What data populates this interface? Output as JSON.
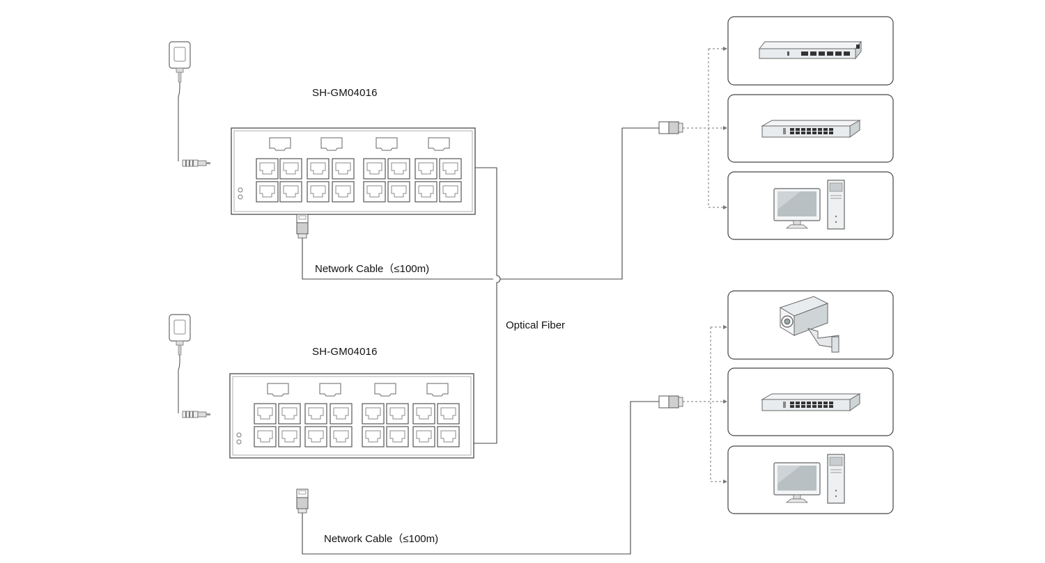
{
  "switches": [
    {
      "model": "SH-GM04016"
    },
    {
      "model": "SH-GM04016"
    }
  ],
  "cables": [
    {
      "label": "Network Cable（≤100m)"
    },
    {
      "label": "Network Cable（≤100m)"
    }
  ],
  "fiber": {
    "label": "Optical Fiber"
  },
  "devices": {
    "top": [
      "router-icon",
      "switch-icon",
      "computer-icon"
    ],
    "bottom": [
      "camera-icon",
      "switch-icon",
      "computer-icon"
    ]
  },
  "colors": {
    "line": "#444444",
    "box": "#555555",
    "device": "#9aa3a8"
  }
}
